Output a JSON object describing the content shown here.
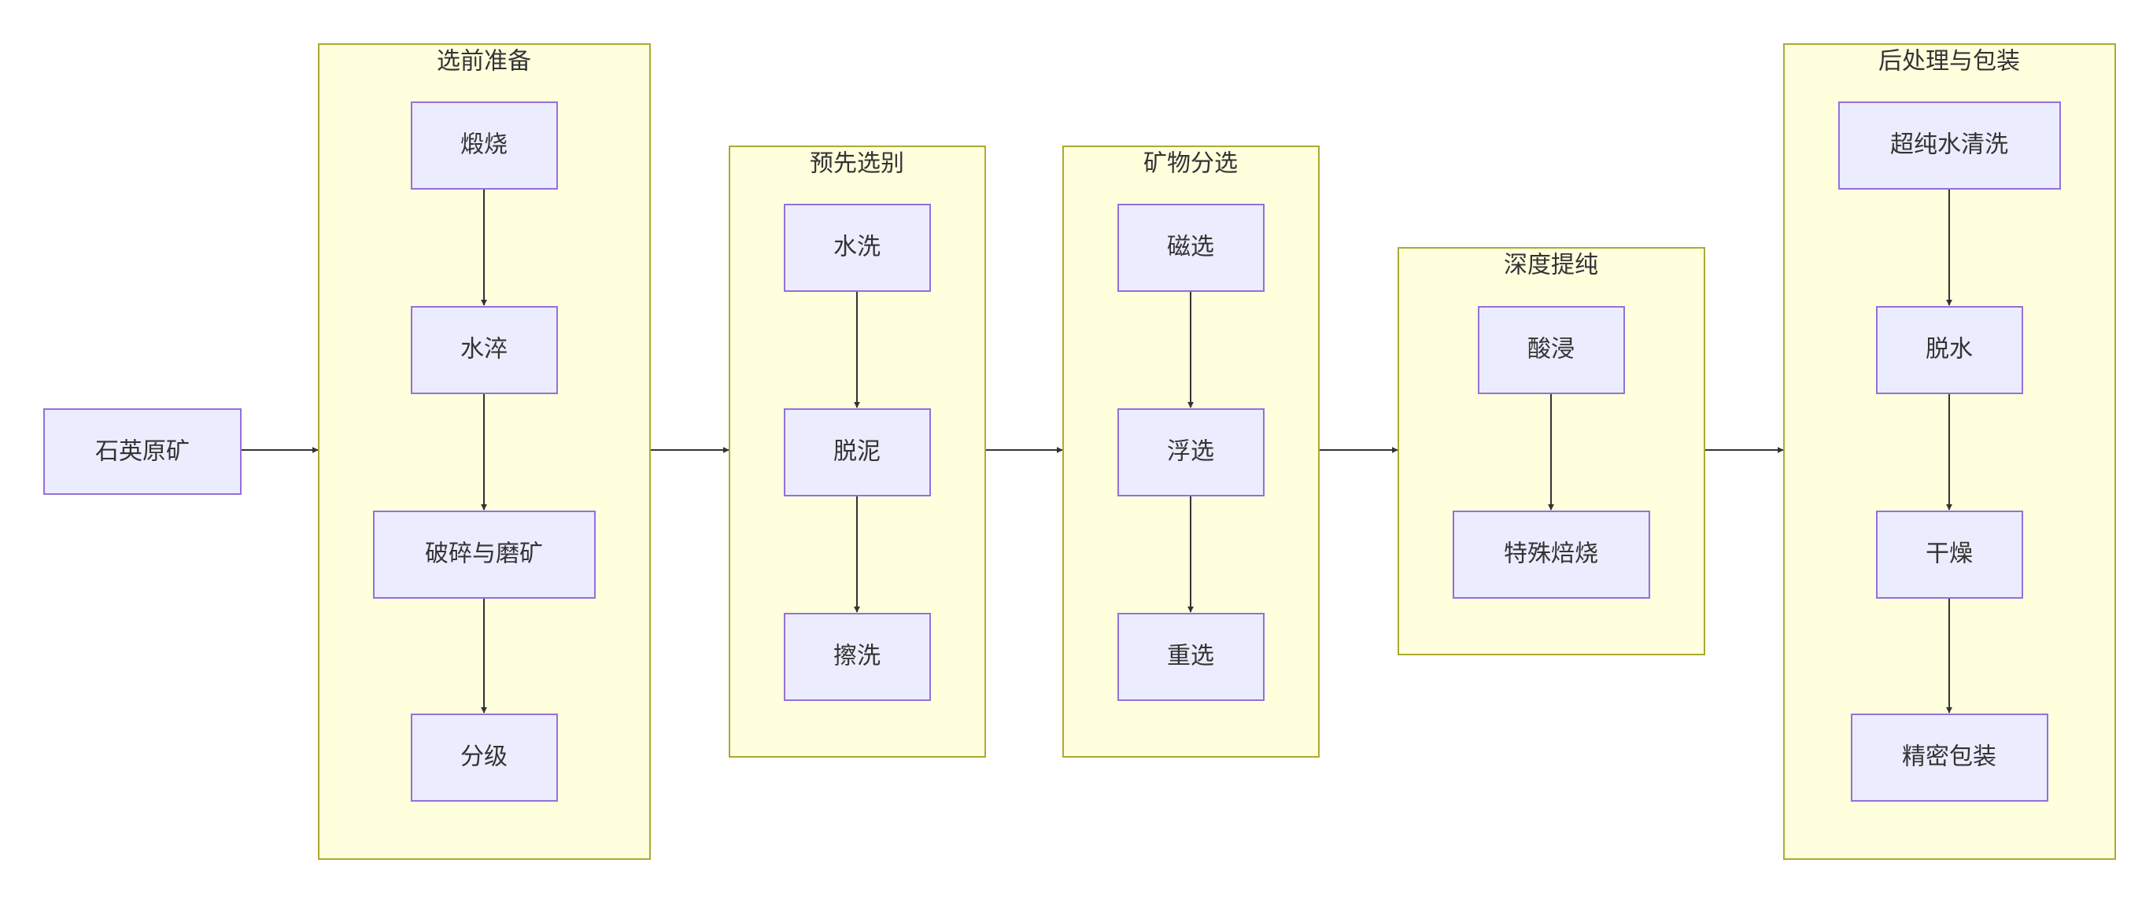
{
  "source": "石英原矿",
  "groups": [
    {
      "title": "选前准备",
      "steps": [
        "煅烧",
        "水淬",
        "破碎与磨矿",
        "分级"
      ]
    },
    {
      "title": "预先选别",
      "steps": [
        "水洗",
        "脱泥",
        "擦洗"
      ]
    },
    {
      "title": "矿物分选",
      "steps": [
        "磁选",
        "浮选",
        "重选"
      ]
    },
    {
      "title": "深度提纯",
      "steps": [
        "酸浸",
        "特殊焙烧"
      ]
    },
    {
      "title": "后处理与包装",
      "steps": [
        "超纯水清洗",
        "脱水",
        "干燥",
        "精密包装"
      ]
    }
  ]
}
